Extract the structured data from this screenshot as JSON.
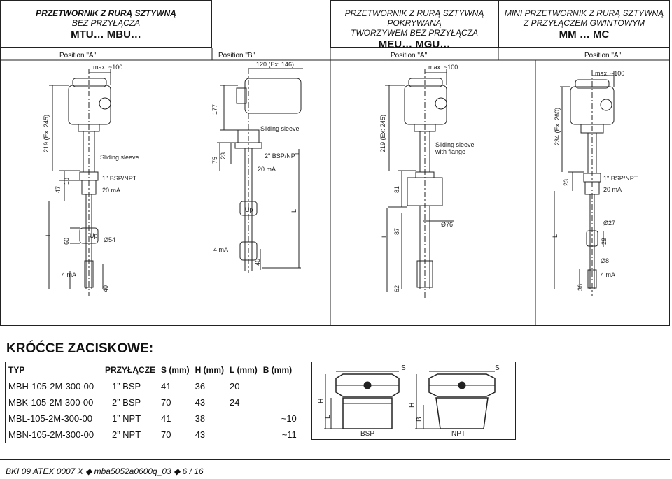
{
  "headers": [
    {
      "line1": "PRZETWORNIK Z RURĄ SZTYWNĄ",
      "line2": "BEZ PRZYŁĄCZA",
      "model": "MTU… MBU…"
    },
    {
      "line1": "PRZETWORNIK Z RURĄ SZTYWNĄ POKRYWANĄ",
      "line2": "TWORZYWEM BEZ PRZYŁĄCZA",
      "model": "MEU… MGU…"
    },
    {
      "line1": "MINI PRZETWORNIK Z RURĄ SZTYWNĄ",
      "line2": "Z PRZYŁĄCZEM GWINTOWYM",
      "model": "MM  … MC "
    }
  ],
  "positions": [
    "Position \"A\"",
    "Position \"B\"",
    "Position \"A\"",
    "Position \"A\""
  ],
  "drawing": {
    "d1": {
      "max": "max. ~100",
      "height": "219 (Ex: 245)",
      "sleeve": "Sliding sleeve",
      "thread": "1\" BSP/NPT",
      "ma20": "20 mA",
      "d47": "47",
      "d18": "18",
      "L": "L",
      "d60": "60",
      "up": "Up",
      "dia": "Ø54",
      "ma4": "4 mA",
      "d40": "40"
    },
    "d2": {
      "top": "120 (Ex: 146)",
      "d177": "177",
      "sleeve": "Sliding sleeve",
      "d75": "75",
      "d23": "23",
      "thread": "2\" BSP/NPT",
      "ma20": "20 mA",
      "up": "Up",
      "L": "L",
      "ma4": "4 mA",
      "d40": "40"
    },
    "d3": {
      "max": "max. ~100",
      "height": "219 (Ex: 245)",
      "sleeve1": "Sliding sleeve",
      "sleeve2": "with flange",
      "d81": "81",
      "L": "L",
      "d87": "87",
      "dia": "Ø76",
      "d62": "62"
    },
    "d4": {
      "max": "max. ~100",
      "height": "234 (Ex: 260)",
      "d23": "23",
      "thread": "1\" BSP/NPT",
      "ma20": "20 mA",
      "L": "L",
      "dia27": "Ø27",
      "d29": "29",
      "dia8": "Ø8",
      "d36": "36",
      "ma4": "4 mA"
    }
  },
  "section_title": "KRÓĆCE ZACISKOWE:",
  "table": {
    "headers": [
      "TYP",
      "PRZYŁĄCZE",
      "S (mm)",
      "H (mm)",
      "L (mm)",
      "B (mm)"
    ],
    "rows": [
      [
        "MBH-105-2M-300-00",
        "1” BSP",
        "41",
        "36",
        "20",
        ""
      ],
      [
        "MBK-105-2M-300-00",
        "2” BSP",
        "70",
        "43",
        "24",
        ""
      ],
      [
        "MBL-105-2M-300-00",
        "1” NPT",
        "41",
        "38",
        "",
        "~10"
      ],
      [
        "MBN-105-2M-300-00",
        "2” NPT",
        "70",
        "43",
        "",
        "~11"
      ]
    ]
  },
  "fitting": {
    "s1": "S",
    "s2": "S",
    "h1": "H",
    "l1": "L",
    "h2": "H",
    "b2": "B",
    "bsp": "BSP",
    "npt": "NPT"
  },
  "footer": "BKI 09 ATEX 0007 X  ◆  mba5052a0600q_03  ◆  6 / 16"
}
